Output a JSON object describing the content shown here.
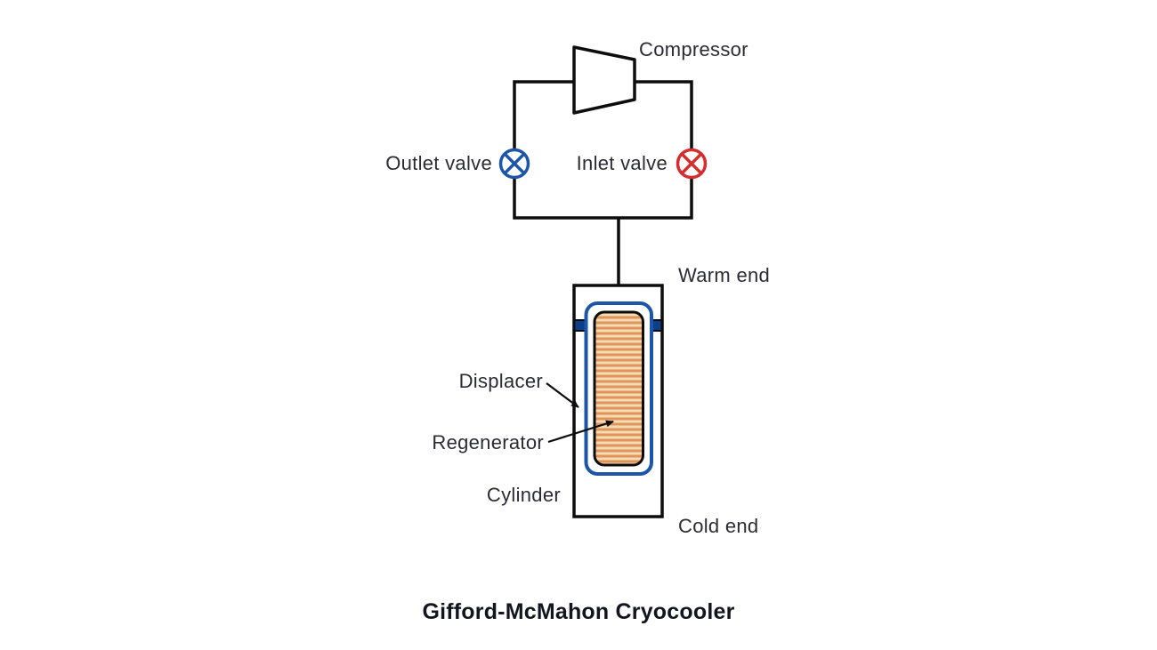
{
  "title": "Gifford-McMahon Cryocooler",
  "labels": {
    "compressor": "Compressor",
    "outlet_valve": "Outlet valve",
    "inlet_valve": "Inlet valve",
    "warm_end": "Warm end",
    "cold_end": "Cold end",
    "displacer": "Displacer",
    "regenerator": "Regenerator",
    "cylinder": "Cylinder"
  },
  "colors": {
    "line": "#0d0d0d",
    "text": "#2b2b33",
    "outlet_valve_blue": "#1d56a8",
    "inlet_valve_red": "#d32f2f",
    "displacer_blue": "#1d56a8",
    "seal_navy": "#0a3f8c",
    "regenerator_bg": "#f3dcb2",
    "regenerator_stripe": "#e2925a"
  }
}
